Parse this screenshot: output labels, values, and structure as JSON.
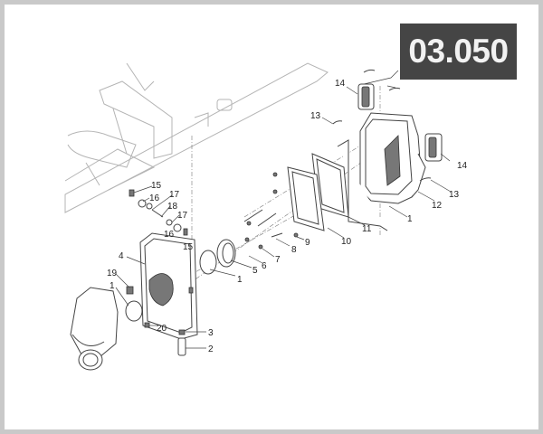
{
  "diagram": {
    "section_code": "03.050",
    "callouts": [
      "14",
      "14",
      "13",
      "13",
      "12",
      "1",
      "11",
      "10",
      "9",
      "8",
      "7",
      "6",
      "5",
      "1",
      "15",
      "16",
      "17",
      "18",
      "17",
      "16",
      "15",
      "4",
      "19",
      "1",
      "20",
      "3",
      "2"
    ]
  },
  "colors": {
    "badge_bg": "#454545",
    "badge_text": "#f2f2f2",
    "frame": "#c9c9c9"
  }
}
